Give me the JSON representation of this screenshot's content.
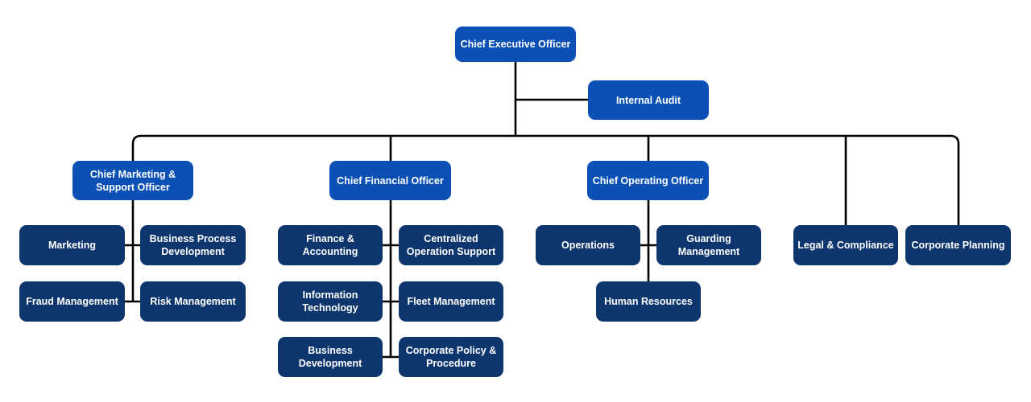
{
  "diagram_type": "organization-chart",
  "colors": {
    "executive_box": "#0b51b5",
    "department_box": "#0d366f",
    "connector_line": "#000000",
    "label_text": "#ffffff",
    "background": "#ffffff"
  },
  "nodes": {
    "ceo": {
      "label": "Chief Executive Officer",
      "level": "executive"
    },
    "internal_audit": {
      "label": "Internal Audit",
      "level": "executive"
    },
    "cmso": {
      "label": "Chief Marketing & Support Officer",
      "level": "executive"
    },
    "cfo": {
      "label": "Chief Financial Officer",
      "level": "executive"
    },
    "coo": {
      "label": "Chief Operating Officer",
      "level": "executive"
    },
    "marketing": {
      "label": "Marketing",
      "level": "department"
    },
    "business_process_development": {
      "label": "Business Process Development",
      "level": "department"
    },
    "fraud_management": {
      "label": "Fraud Management",
      "level": "department"
    },
    "risk_management": {
      "label": "Risk Management",
      "level": "department"
    },
    "finance_accounting": {
      "label": "Finance & Accounting",
      "level": "department"
    },
    "centralized_operation_support": {
      "label": "Centralized Operation Support",
      "level": "department"
    },
    "information_technology": {
      "label": "Information Technology",
      "level": "department"
    },
    "fleet_management": {
      "label": "Fleet Management",
      "level": "department"
    },
    "business_development": {
      "label": "Business Development",
      "level": "department"
    },
    "corporate_policy_procedure": {
      "label": "Corporate Policy & Procedure",
      "level": "department"
    },
    "operations": {
      "label": "Operations",
      "level": "department"
    },
    "guarding_management": {
      "label": "Guarding Management",
      "level": "department"
    },
    "human_resources": {
      "label": "Human Resources",
      "level": "department"
    },
    "legal_compliance": {
      "label": "Legal & Compliance",
      "level": "department"
    },
    "corporate_planning": {
      "label": "Corporate Planning",
      "level": "department"
    }
  },
  "hierarchy": {
    "root": "ceo",
    "edges": [
      {
        "from": "ceo",
        "to": "internal_audit"
      },
      {
        "from": "ceo",
        "to": "cmso"
      },
      {
        "from": "ceo",
        "to": "cfo"
      },
      {
        "from": "ceo",
        "to": "coo"
      },
      {
        "from": "ceo",
        "to": "legal_compliance"
      },
      {
        "from": "ceo",
        "to": "corporate_planning"
      },
      {
        "from": "cmso",
        "to": "marketing"
      },
      {
        "from": "cmso",
        "to": "business_process_development"
      },
      {
        "from": "cmso",
        "to": "fraud_management"
      },
      {
        "from": "cmso",
        "to": "risk_management"
      },
      {
        "from": "cfo",
        "to": "finance_accounting"
      },
      {
        "from": "cfo",
        "to": "centralized_operation_support"
      },
      {
        "from": "cfo",
        "to": "information_technology"
      },
      {
        "from": "cfo",
        "to": "fleet_management"
      },
      {
        "from": "cfo",
        "to": "business_development"
      },
      {
        "from": "cfo",
        "to": "corporate_policy_procedure"
      },
      {
        "from": "coo",
        "to": "operations"
      },
      {
        "from": "coo",
        "to": "guarding_management"
      },
      {
        "from": "coo",
        "to": "human_resources"
      }
    ]
  }
}
